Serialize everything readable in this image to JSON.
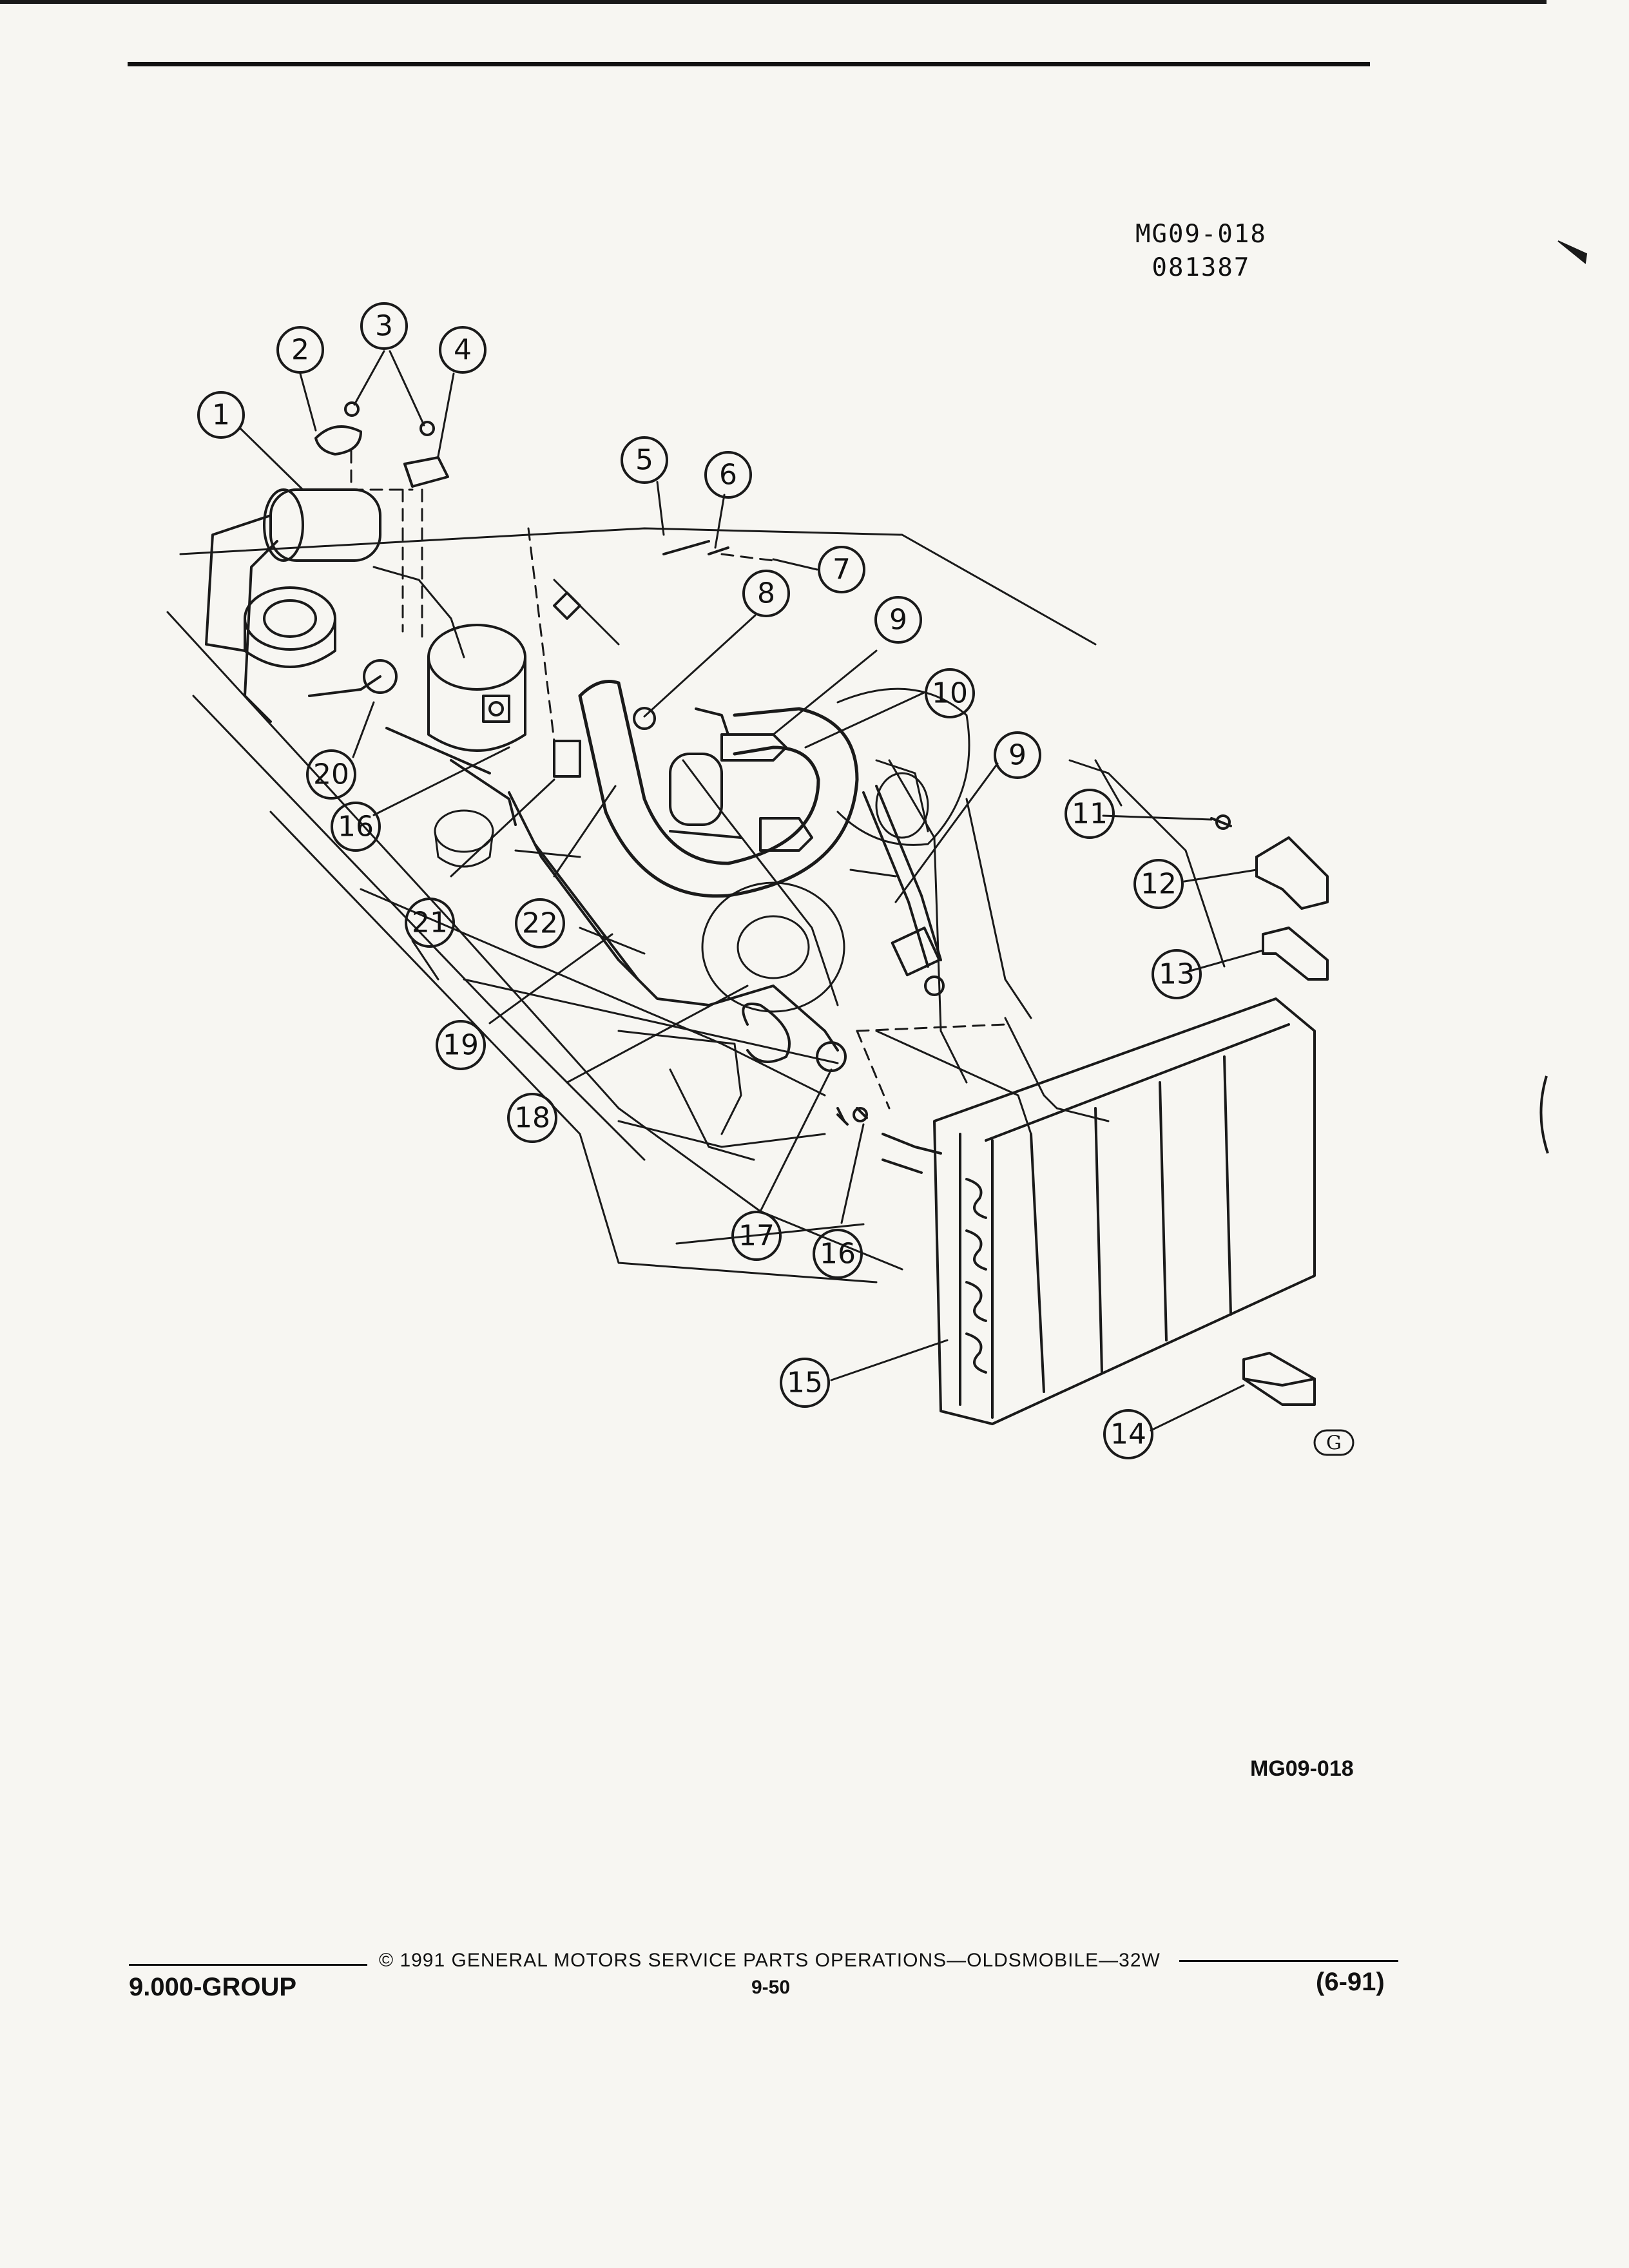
{
  "header": {
    "figure_code": "MG09-018",
    "figure_date": "081387"
  },
  "diagram": {
    "callouts": [
      "1",
      "2",
      "3",
      "4",
      "5",
      "6",
      "7",
      "8",
      "9",
      "10",
      "9",
      "11",
      "12",
      "13",
      "14",
      "15",
      "16",
      "17",
      "18",
      "19",
      "20",
      "16",
      "21",
      "22"
    ],
    "logo_mark": "G"
  },
  "bottom_code": "MG09-018",
  "footer": {
    "copyright": "© 1991 GENERAL MOTORS SERVICE PARTS OPERATIONS—OLDSMOBILE—32W",
    "group": "9.000-GROUP",
    "page": "9-50",
    "date": "(6-91)"
  }
}
